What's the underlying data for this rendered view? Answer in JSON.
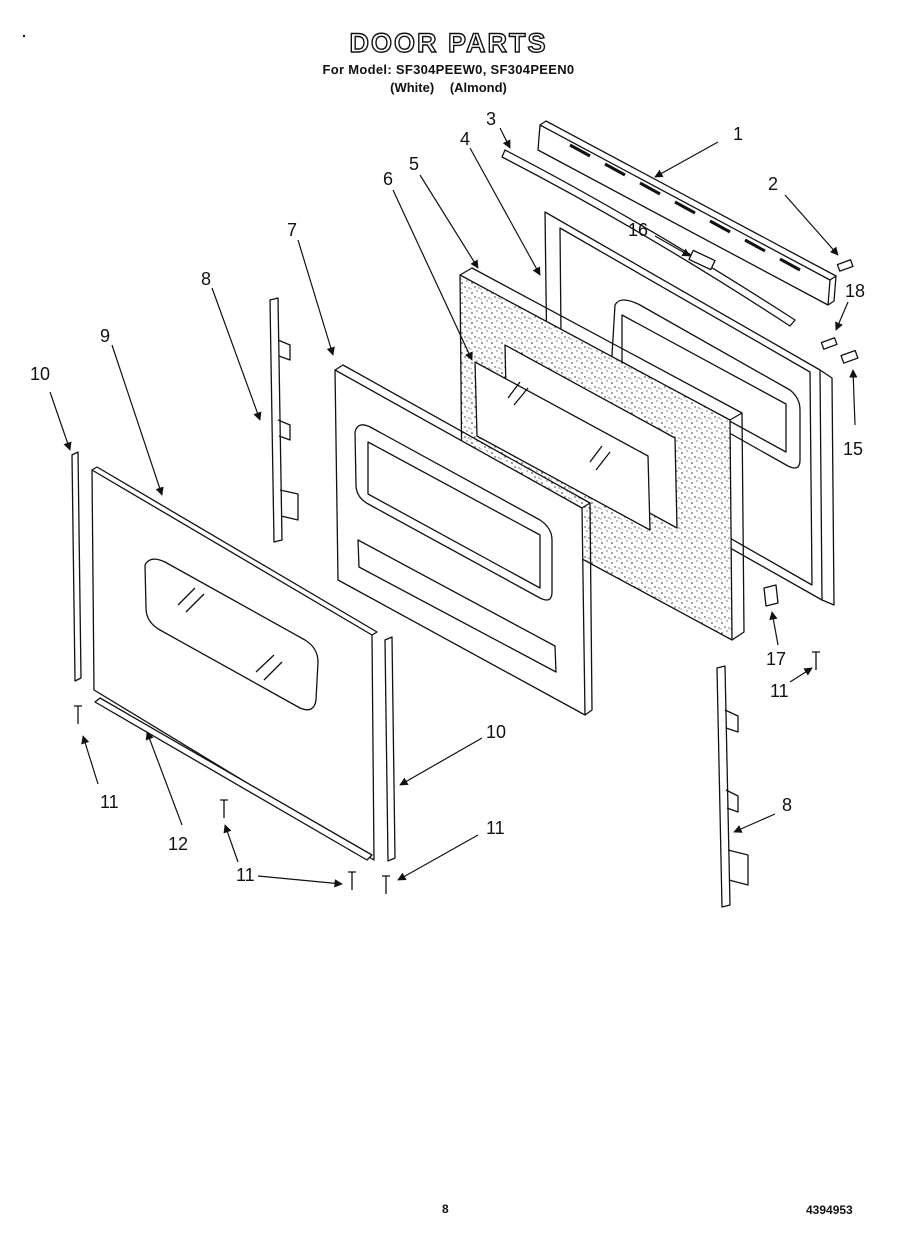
{
  "header": {
    "title": "DOOR PARTS",
    "models": "For Model: SF304PEEW0, SF304PEEN0",
    "color_white": "(White)",
    "color_almond": "(Almond)"
  },
  "callouts": {
    "c1": "1",
    "c2": "2",
    "c3": "3",
    "c4": "4",
    "c5": "5",
    "c6": "6",
    "c7": "7",
    "c8a": "8",
    "c8b": "8",
    "c9": "9",
    "c10a": "10",
    "c10b": "10",
    "c11a": "11",
    "c11b": "11",
    "c11c": "11",
    "c11d": "11",
    "c12": "12",
    "c15": "15",
    "c16": "16",
    "c17": "17",
    "c18": "18"
  },
  "footer": {
    "page_number": "8",
    "doc_number": "4394953"
  }
}
